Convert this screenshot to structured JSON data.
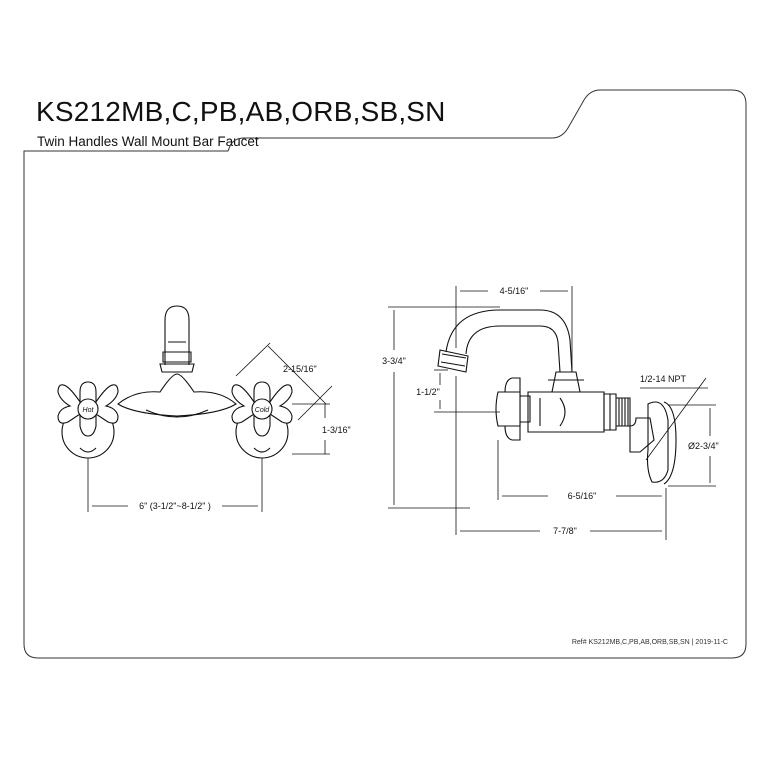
{
  "header": {
    "title": "KS212MB,C,PB,AB,ORB,SB,SN",
    "subtitle": "Twin Handles Wall Mount Bar Faucet"
  },
  "front_view": {
    "hot_label": "Hot",
    "cold_label": "Cold",
    "dims": {
      "handle_reach": "2-15/16\"",
      "handle_height": "1-3/16\"",
      "center_spread": "6\" (3-1/2\"~8-1/2\" )"
    }
  },
  "side_view": {
    "dims": {
      "spout_reach": "4-5/16\"",
      "total_height": "3-3/4\"",
      "spout_offset": "1-1/2\"",
      "npt": "1/2-14 NPT",
      "flange_diameter": "Ø2-3/4\"",
      "body_depth": "6-5/16\"",
      "total_depth": "7-7/8\""
    }
  },
  "footer": {
    "ref": "Ref# KS212MB,C,PB,AB,ORB,SB,SN | 2019-11-C"
  },
  "colors": {
    "line": "#111111",
    "border": "#333333",
    "background": "#ffffff"
  }
}
